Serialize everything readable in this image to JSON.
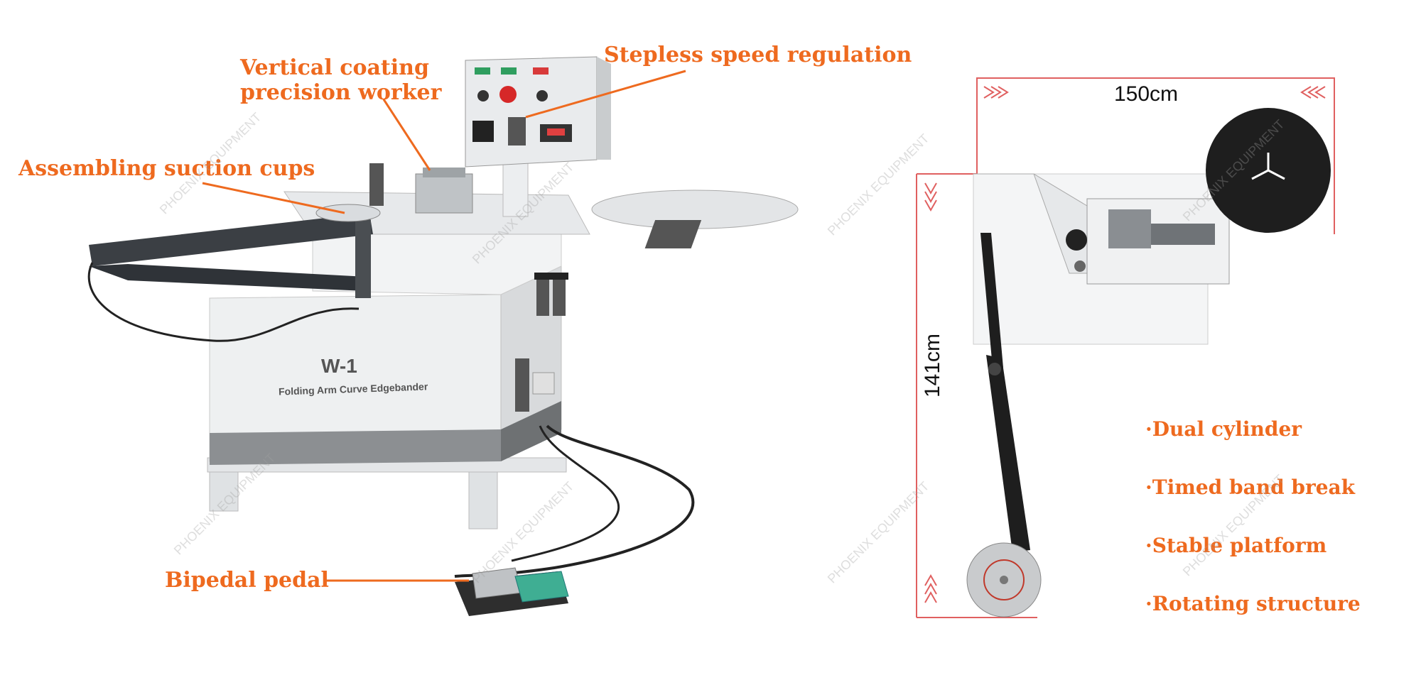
{
  "callouts": {
    "vertical_coating_line1": "Vertical coating",
    "vertical_coating_line2": "precision worker",
    "stepless_speed": "Stepless speed regulation",
    "suction_cups": "Assembling suction cups",
    "bipedal_pedal": "Bipedal pedal"
  },
  "machine": {
    "model": "W-1",
    "name": "Folding Arm Curve Edgebander"
  },
  "dimensions": {
    "width": "150cm",
    "height": "141cm"
  },
  "features": [
    "·Dual cylinder",
    "·Timed band break",
    "·Stable platform",
    "·Rotating structure"
  ],
  "watermark": "PHOENIX EQUIPMENT",
  "colors": {
    "accent": "#ee6a1f",
    "dimension_line": "#e06060"
  }
}
